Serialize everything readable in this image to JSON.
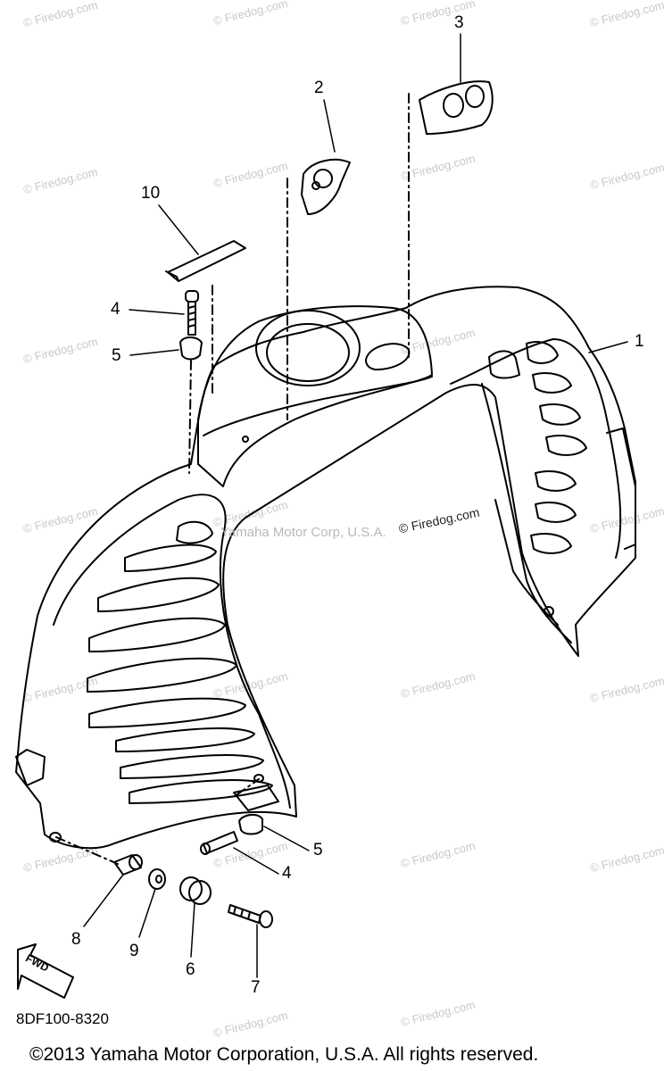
{
  "watermark_text": "© Firedog.com",
  "center_credit": "Yamaha Motor Corp, U.S.A.",
  "callouts": [
    "1",
    "2",
    "3",
    "4",
    "5",
    "4",
    "5",
    "6",
    "7",
    "8",
    "9",
    "10"
  ],
  "forward_arrow_label": "FWD",
  "diagram_code": "8DF100-8320",
  "copyright": "©2013 Yamaha Motor Corporation, U.S.A. All rights reserved.",
  "colors": {
    "line": "#000000",
    "watermark": "#c9c9c9",
    "background": "#ffffff"
  }
}
